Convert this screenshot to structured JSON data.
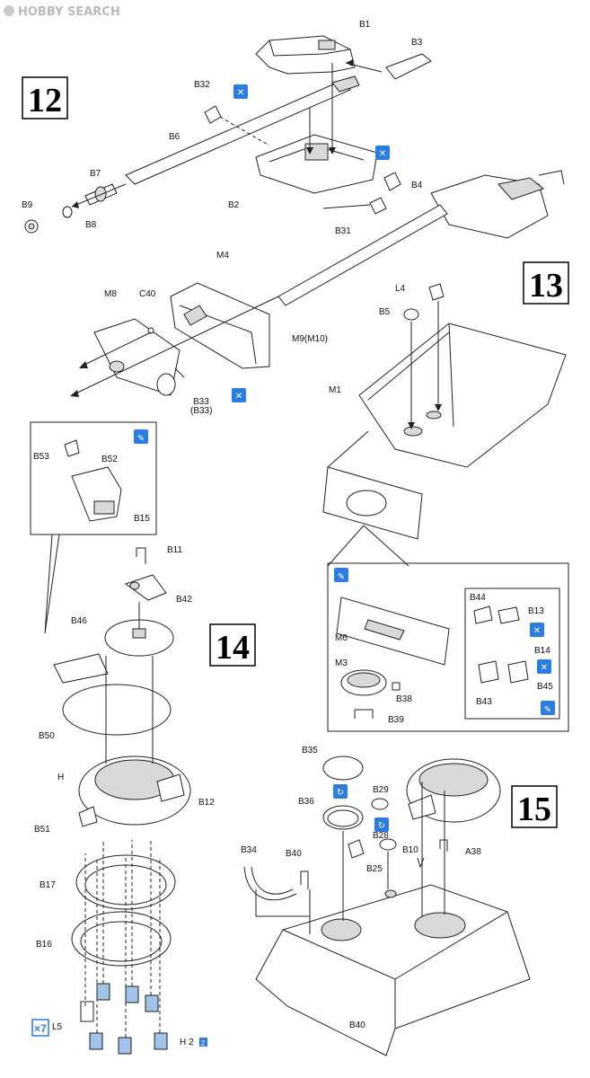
{
  "watermark": "HOBBY SEARCH",
  "steps": {
    "s12": "12",
    "s13": "13",
    "s14": "14",
    "s15": "15"
  },
  "labels": {
    "B1": "B1",
    "B3": "B3",
    "B32": "B32",
    "B6": "B6",
    "B7": "B7",
    "B9": "B9",
    "B8": "B8",
    "B2": "B2",
    "B4": "B4",
    "B31": "B31",
    "M4": "M4",
    "M8": "M8",
    "C40": "C40",
    "M9": "M9(M10)",
    "B33": "B33",
    "B33b": "(B33)",
    "L4": "L4",
    "B5": "B5",
    "M1": "M1",
    "B53": "B53",
    "B52": "B52",
    "B15": "B15",
    "B11": "B11",
    "B42": "B42",
    "B46": "B46",
    "B50": "B50",
    "H": "H",
    "B12": "B12",
    "B51": "B51",
    "B17": "B17",
    "B16": "B16",
    "L5": "L5",
    "H2": "H 2",
    "x7": "×7",
    "B44": "B44",
    "B13": "B13",
    "B14": "B14",
    "B43": "B43",
    "B45": "B45",
    "M6": "M6",
    "M3": "M3",
    "B38": "B38",
    "B39": "B39",
    "B35": "B35",
    "B36": "B36",
    "B29": "B29",
    "B28": "B28",
    "B10": "B10",
    "A38": "A38",
    "B34": "B34",
    "B40": "B40",
    "B25": "B25",
    "B40b": "B40"
  },
  "colors": {
    "icon_blue": "#2b7de0",
    "line": "#222222"
  },
  "icons": [
    "glue-icon",
    "brush-icon",
    "rotate-icon",
    "repeat-count-icon"
  ]
}
